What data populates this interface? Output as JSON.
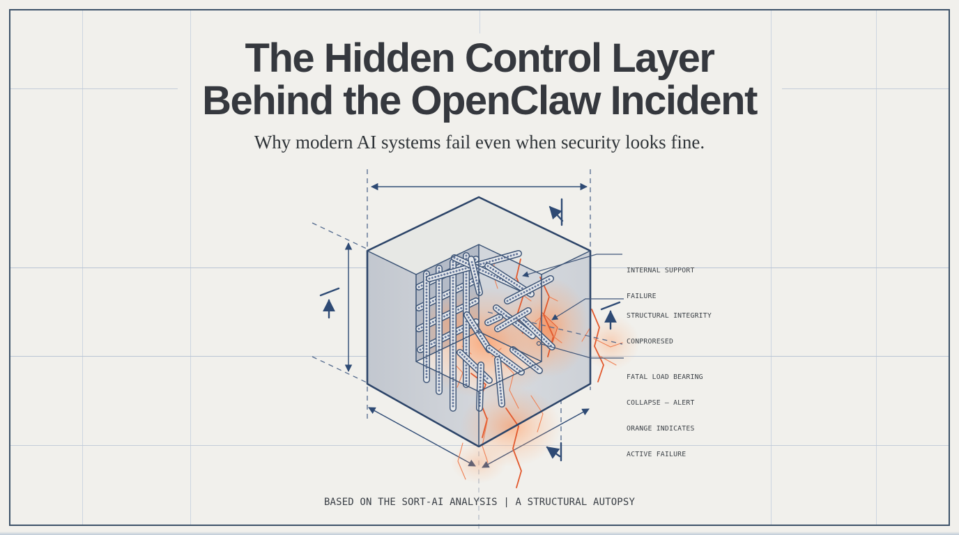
{
  "header": {
    "title_line1": "The Hidden Control Layer",
    "title_line2": "Behind the OpenClaw Incident",
    "subtitle": "Why modern AI systems fail even when security looks fine."
  },
  "figure": {
    "name": "fractured-cube-blueprint",
    "description": "Isometric cutaway cube with failing internal rebar supports, orange cracks marking active structural failure, drawn blueprint-style with dimension lines",
    "annotations": [
      {
        "lines": [
          "INTERNAL SUPPORT",
          "FAILURE"
        ]
      },
      {
        "lines": [
          "STRUCTURAL INTEGRITY",
          "CONPRORESED"
        ]
      },
      {
        "lines": [
          "FATAL LOAD BEARING",
          "COLLAPSE – ALERT",
          "ORANGE INDICATES",
          "ACTIVE FAILURE"
        ]
      }
    ]
  },
  "footer": {
    "caption": "BASED ON THE SORT-AI ANALYSIS | A STRUCTURAL AUTOPSY"
  },
  "colors": {
    "bg": "#f1f0ec",
    "ink": "#35383e",
    "navy": "#2e4a74",
    "frame": "#3d5269",
    "grid": "#ccd5e1",
    "grid_strong": "#b9c4d3",
    "alert_orange": "#e2582c",
    "glow_orange": "#ff9b63",
    "concrete_top": "#e7e8e5",
    "concrete_left": "#cbcfd6",
    "concrete_right": "#d6d9de"
  }
}
